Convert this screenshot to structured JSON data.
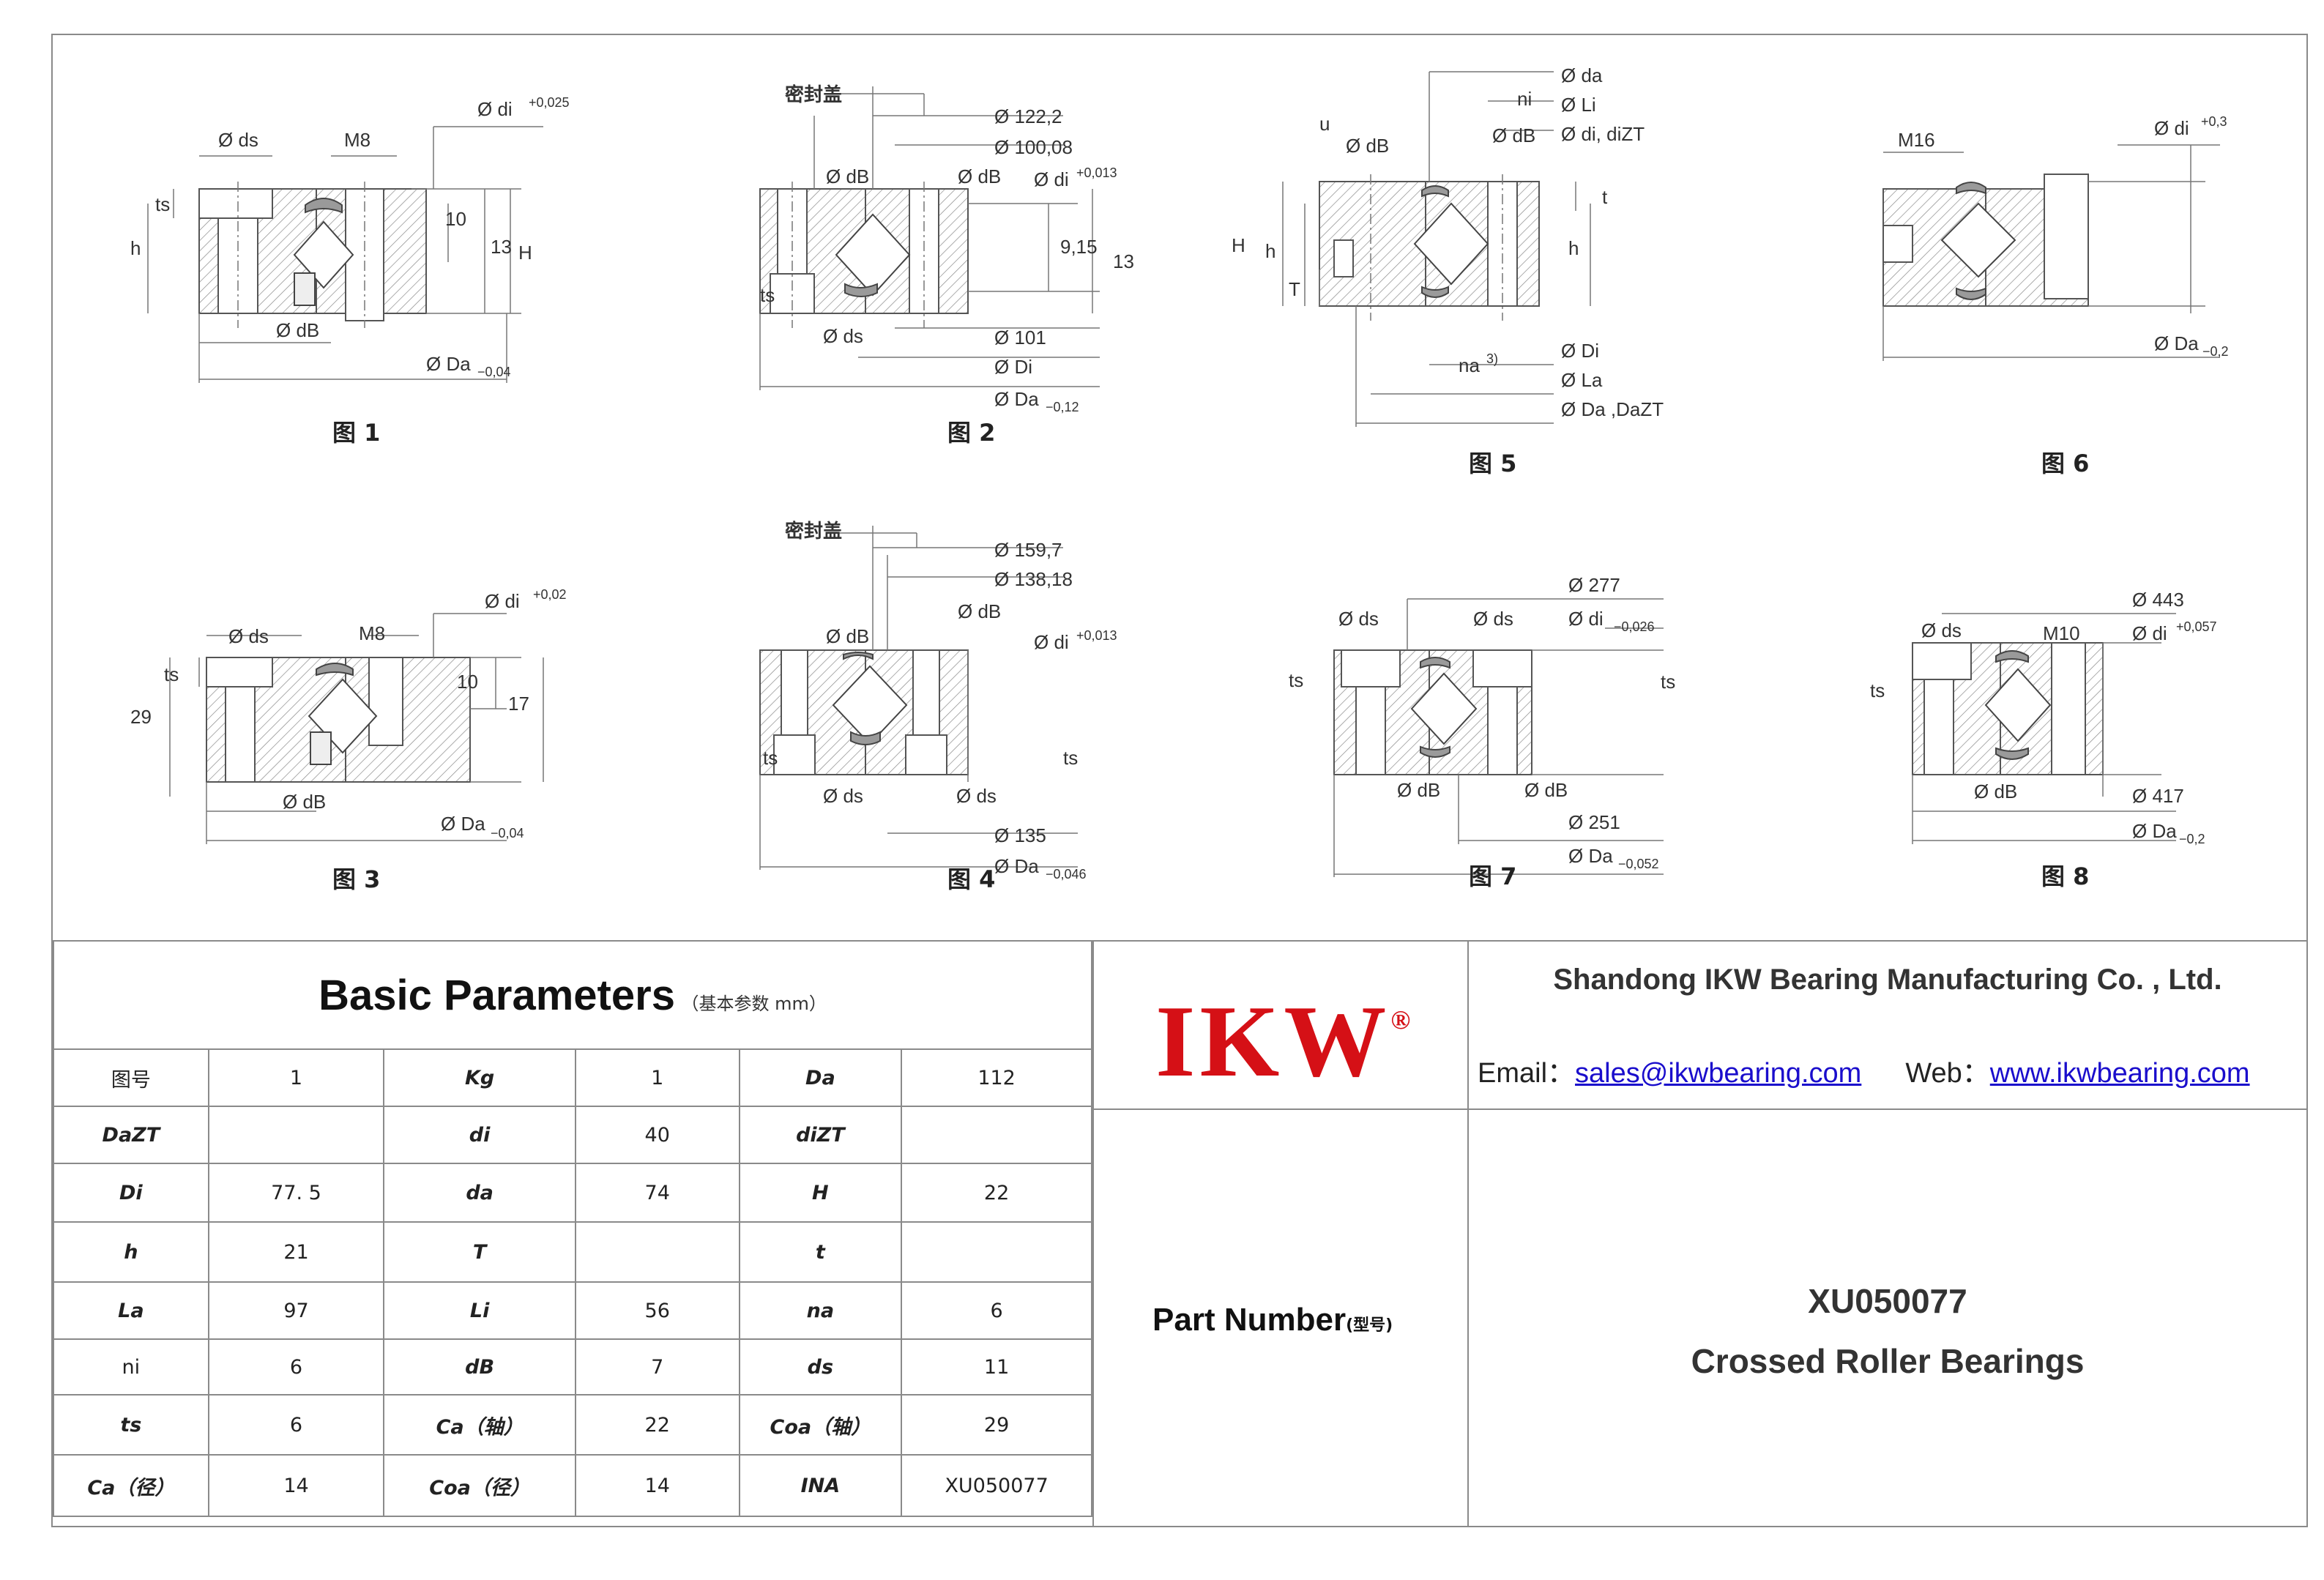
{
  "figures": {
    "captions": [
      "图 1",
      "图 2",
      "图 5",
      "图 6",
      "图 3",
      "图 4",
      "图 7",
      "图 8"
    ],
    "seal_cover_label": "密封盖",
    "labels": {
      "f1": {
        "di": "Ø di",
        "di_tol": "+0,025",
        "ds": "Ø ds",
        "m": "M8",
        "ts": "ts",
        "h": "h",
        "h10": "10",
        "h13": "13",
        "H": "H",
        "dB": "Ø dB",
        "Da": "Ø Da",
        "Da_tol": "−0,04"
      },
      "f2": {
        "d1": "Ø 122,2",
        "d2": "Ø 100,08",
        "dB": "Ø dB",
        "dB2": "Ø dB",
        "di": "Ø di",
        "di_tol": "+0,013",
        "v915": "9,15",
        "v13": "13",
        "ts": "ts",
        "ds": "Ø ds",
        "d101": "Ø 101",
        "Di": "Ø Di",
        "Da": "Ø Da",
        "Da_tol": "−0,12"
      },
      "f5": {
        "da": "Ø da",
        "ni": "ni",
        "Li": "Ø Li",
        "u": "u",
        "dB": "Ø dB",
        "dB2": "Ø dB",
        "didiZT": "Ø di, diZT",
        "t": "t",
        "H": "H",
        "h": "h",
        "h2": "h",
        "T": "T",
        "Di": "Ø Di",
        "na": "na",
        "na_sup": "3)",
        "La": "Ø La",
        "DaDaZT": "Ø Da ,DaZT"
      },
      "f6": {
        "di": "Ø di",
        "di_tol": "+0,3",
        "m": "M16",
        "Da": "Ø Da",
        "Da_tol": "−0,2"
      },
      "f3": {
        "di": "Ø di",
        "di_tol": "+0,02",
        "ds": "Ø ds",
        "m": "M8",
        "ts": "ts",
        "v29": "29",
        "v10": "10",
        "v17": "17",
        "dB": "Ø dB",
        "Da": "Ø Da",
        "Da_tol": "−0,04"
      },
      "f4": {
        "d1": "Ø 159,7",
        "d2": "Ø 138,18",
        "dB": "Ø dB",
        "dB2": "Ø dB",
        "di": "Ø di",
        "di_tol": "+0,013",
        "ts": "ts",
        "ts2": "ts",
        "ds": "Ø ds",
        "ds2": "Ø ds",
        "d135": "Ø 135",
        "Da": "Ø Da",
        "Da_tol": "−0,046"
      },
      "f7": {
        "d277": "Ø 277",
        "ds": "Ø ds",
        "ds2": "Ø ds",
        "di": "Ø di",
        "di_tol": "−0,026",
        "ts": "ts",
        "ts2": "ts",
        "dB": "Ø dB",
        "dB2": "Ø dB",
        "d251": "Ø 251",
        "Da": "Ø Da",
        "Da_tol": "−0,052"
      },
      "f8": {
        "d443": "Ø 443",
        "ds": "Ø ds",
        "m": "M10",
        "di": "Ø di",
        "di_tol": "+0,057",
        "ts": "ts",
        "dB": "Ø dB",
        "d417": "Ø 417",
        "Da": "Ø Da",
        "Da_tol": "−0,2"
      }
    }
  },
  "table": {
    "title": "Basic Parameters",
    "subtitle": "（基本参数 mm）",
    "rows": [
      [
        {
          "l": "图号",
          "v": "1"
        },
        {
          "l": "Kg",
          "v": "1"
        },
        {
          "l": "Da",
          "v": "112"
        }
      ],
      [
        {
          "l": "DaZT",
          "v": ""
        },
        {
          "l": "di",
          "v": "40"
        },
        {
          "l": "diZT",
          "v": ""
        }
      ],
      [
        {
          "l": "Di",
          "v": "77. 5"
        },
        {
          "l": "da",
          "v": "74"
        },
        {
          "l": "H",
          "v": "22"
        }
      ],
      [
        {
          "l": "h",
          "v": "21"
        },
        {
          "l": "T",
          "v": ""
        },
        {
          "l": "t",
          "v": ""
        }
      ],
      [
        {
          "l": "La",
          "v": "97"
        },
        {
          "l": "Li",
          "v": "56"
        },
        {
          "l": "na",
          "v": "6"
        }
      ],
      [
        {
          "l": "ni",
          "v": "6"
        },
        {
          "l": "dB",
          "v": "7"
        },
        {
          "l": "ds",
          "v": "11"
        }
      ],
      [
        {
          "l": "ts",
          "v": "6"
        },
        {
          "l": "Ca（轴）",
          "v": "22"
        },
        {
          "l": "Coa（轴）",
          "v": "29"
        }
      ],
      [
        {
          "l": "Ca（径）",
          "v": "14"
        },
        {
          "l": "Coa（径）",
          "v": "14"
        },
        {
          "l": "INA",
          "v": "XU050077"
        }
      ]
    ]
  },
  "logo": {
    "text": "IKW",
    "mark": "®",
    "color": "#d51016"
  },
  "company": {
    "name": "Shandong IKW Bearing Manufacturing Co. , Ltd.",
    "email_label": "Email：",
    "email": "sales@ikwbearing.com",
    "web_label": "Web：",
    "web": "www.ikwbearing.com"
  },
  "part": {
    "label": "Part Number",
    "label_cn": "(型号)",
    "model": "XU050077",
    "type": "Crossed Roller Bearings"
  }
}
